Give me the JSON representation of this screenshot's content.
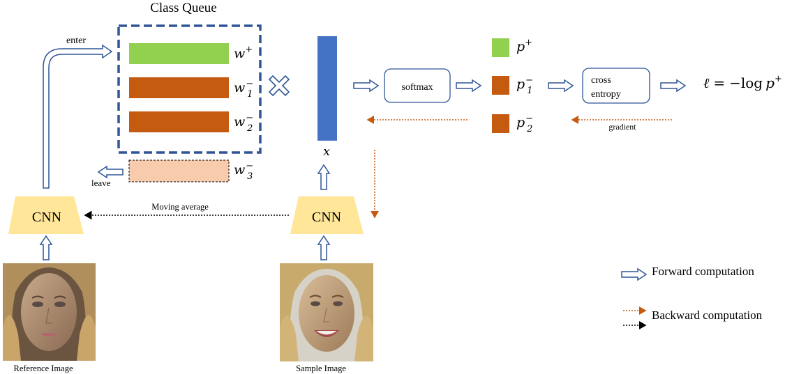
{
  "title": "Class Queue",
  "labels": {
    "enter": "enter",
    "leave": "leave",
    "moving_average": "Moving average",
    "softmax": "softmax",
    "cross": "cross",
    "entropy": "entropy",
    "gradient": "gradient",
    "cnn_left": "CNN",
    "cnn_right": "CNN",
    "reference_image": "Reference Image",
    "sample_image": "Sample Image",
    "x": "x",
    "times": "×"
  },
  "queue": [
    {
      "var": "w",
      "sup": "+",
      "sub": "",
      "color": "#92d050"
    },
    {
      "var": "w",
      "sup": "−",
      "sub": "1",
      "color": "#c55a11"
    },
    {
      "var": "w",
      "sup": "−",
      "sub": "2",
      "color": "#c55a11"
    }
  ],
  "leaving": {
    "var": "w",
    "sup": "−",
    "sub": "3",
    "color": "#f8cbad"
  },
  "probs": [
    {
      "var": "p",
      "sup": "+",
      "sub": "",
      "color": "#92d050"
    },
    {
      "var": "p",
      "sup": "−",
      "sub": "1",
      "color": "#c55a11"
    },
    {
      "var": "p",
      "sup": "−",
      "sub": "2",
      "color": "#c55a11"
    }
  ],
  "loss": {
    "lhs": "ℓ",
    "eq": "=",
    "rhs_prefix": "−log",
    "var": "p",
    "sup": "+"
  },
  "legend": {
    "forward": "Forward computation",
    "backward": "Backward computation"
  },
  "colors": {
    "queue_border": "#2f5597",
    "feature": "#4472c4",
    "arrow_outline": "#2f5597",
    "backward": "#c55a11",
    "cnn_fill": "#ffe699",
    "box_border": "#2f5597"
  }
}
